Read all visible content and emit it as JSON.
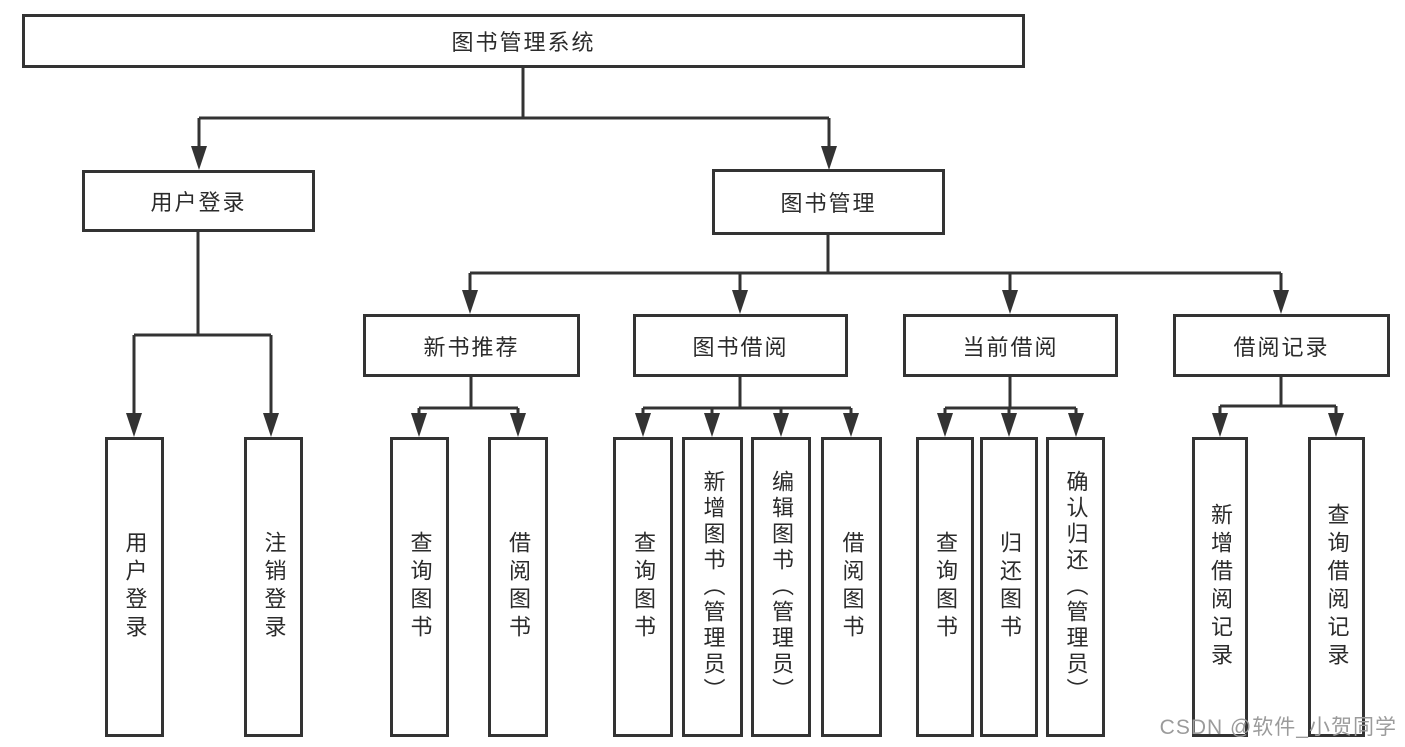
{
  "diagram_title": "图书管理系统",
  "nodes": {
    "root": "图书管理系统",
    "userLogin": "用户登录",
    "bookMgmt": "图书管理",
    "newBooks": "新书推荐",
    "bookBorrow": "图书借阅",
    "currentBorrow": "当前借阅",
    "borrowRecords": "借阅记录",
    "leafUserLogin": "用户登录",
    "leafLogout": "注销登录",
    "leafQueryBooks1": "查询图书",
    "leafBorrowBooks1": "借阅图书",
    "leafQueryBooks2": "查询图书",
    "leafAddBooks": "新增图书（管理员）",
    "leafEditBooks": "编辑图书（管理员）",
    "leafBorrowBooks2": "借阅图书",
    "leafQueryBooks3": "查询图书",
    "leafReturnBooks": "归还图书",
    "leafConfirmReturn": "确认归还（管理员）",
    "leafAddRecord": "新增借阅记录",
    "leafQueryRecord": "查询借阅记录"
  },
  "hierarchy": {
    "图书管理系统": {
      "用户登录": [
        "用户登录",
        "注销登录"
      ],
      "图书管理": {
        "新书推荐": [
          "查询图书",
          "借阅图书"
        ],
        "图书借阅": [
          "查询图书",
          "新增图书（管理员）",
          "编辑图书（管理员）",
          "借阅图书"
        ],
        "当前借阅": [
          "查询图书",
          "归还图书",
          "确认归还（管理员）"
        ],
        "借阅记录": [
          "新增借阅记录",
          "查询借阅记录"
        ]
      }
    }
  },
  "watermark": "CSDN @软件_小贺同学",
  "colors": {
    "line": "#333333",
    "box_border": "#333333",
    "text": "#2b2b2b",
    "watermark": "#9b9b9b",
    "background": "#ffffff"
  }
}
